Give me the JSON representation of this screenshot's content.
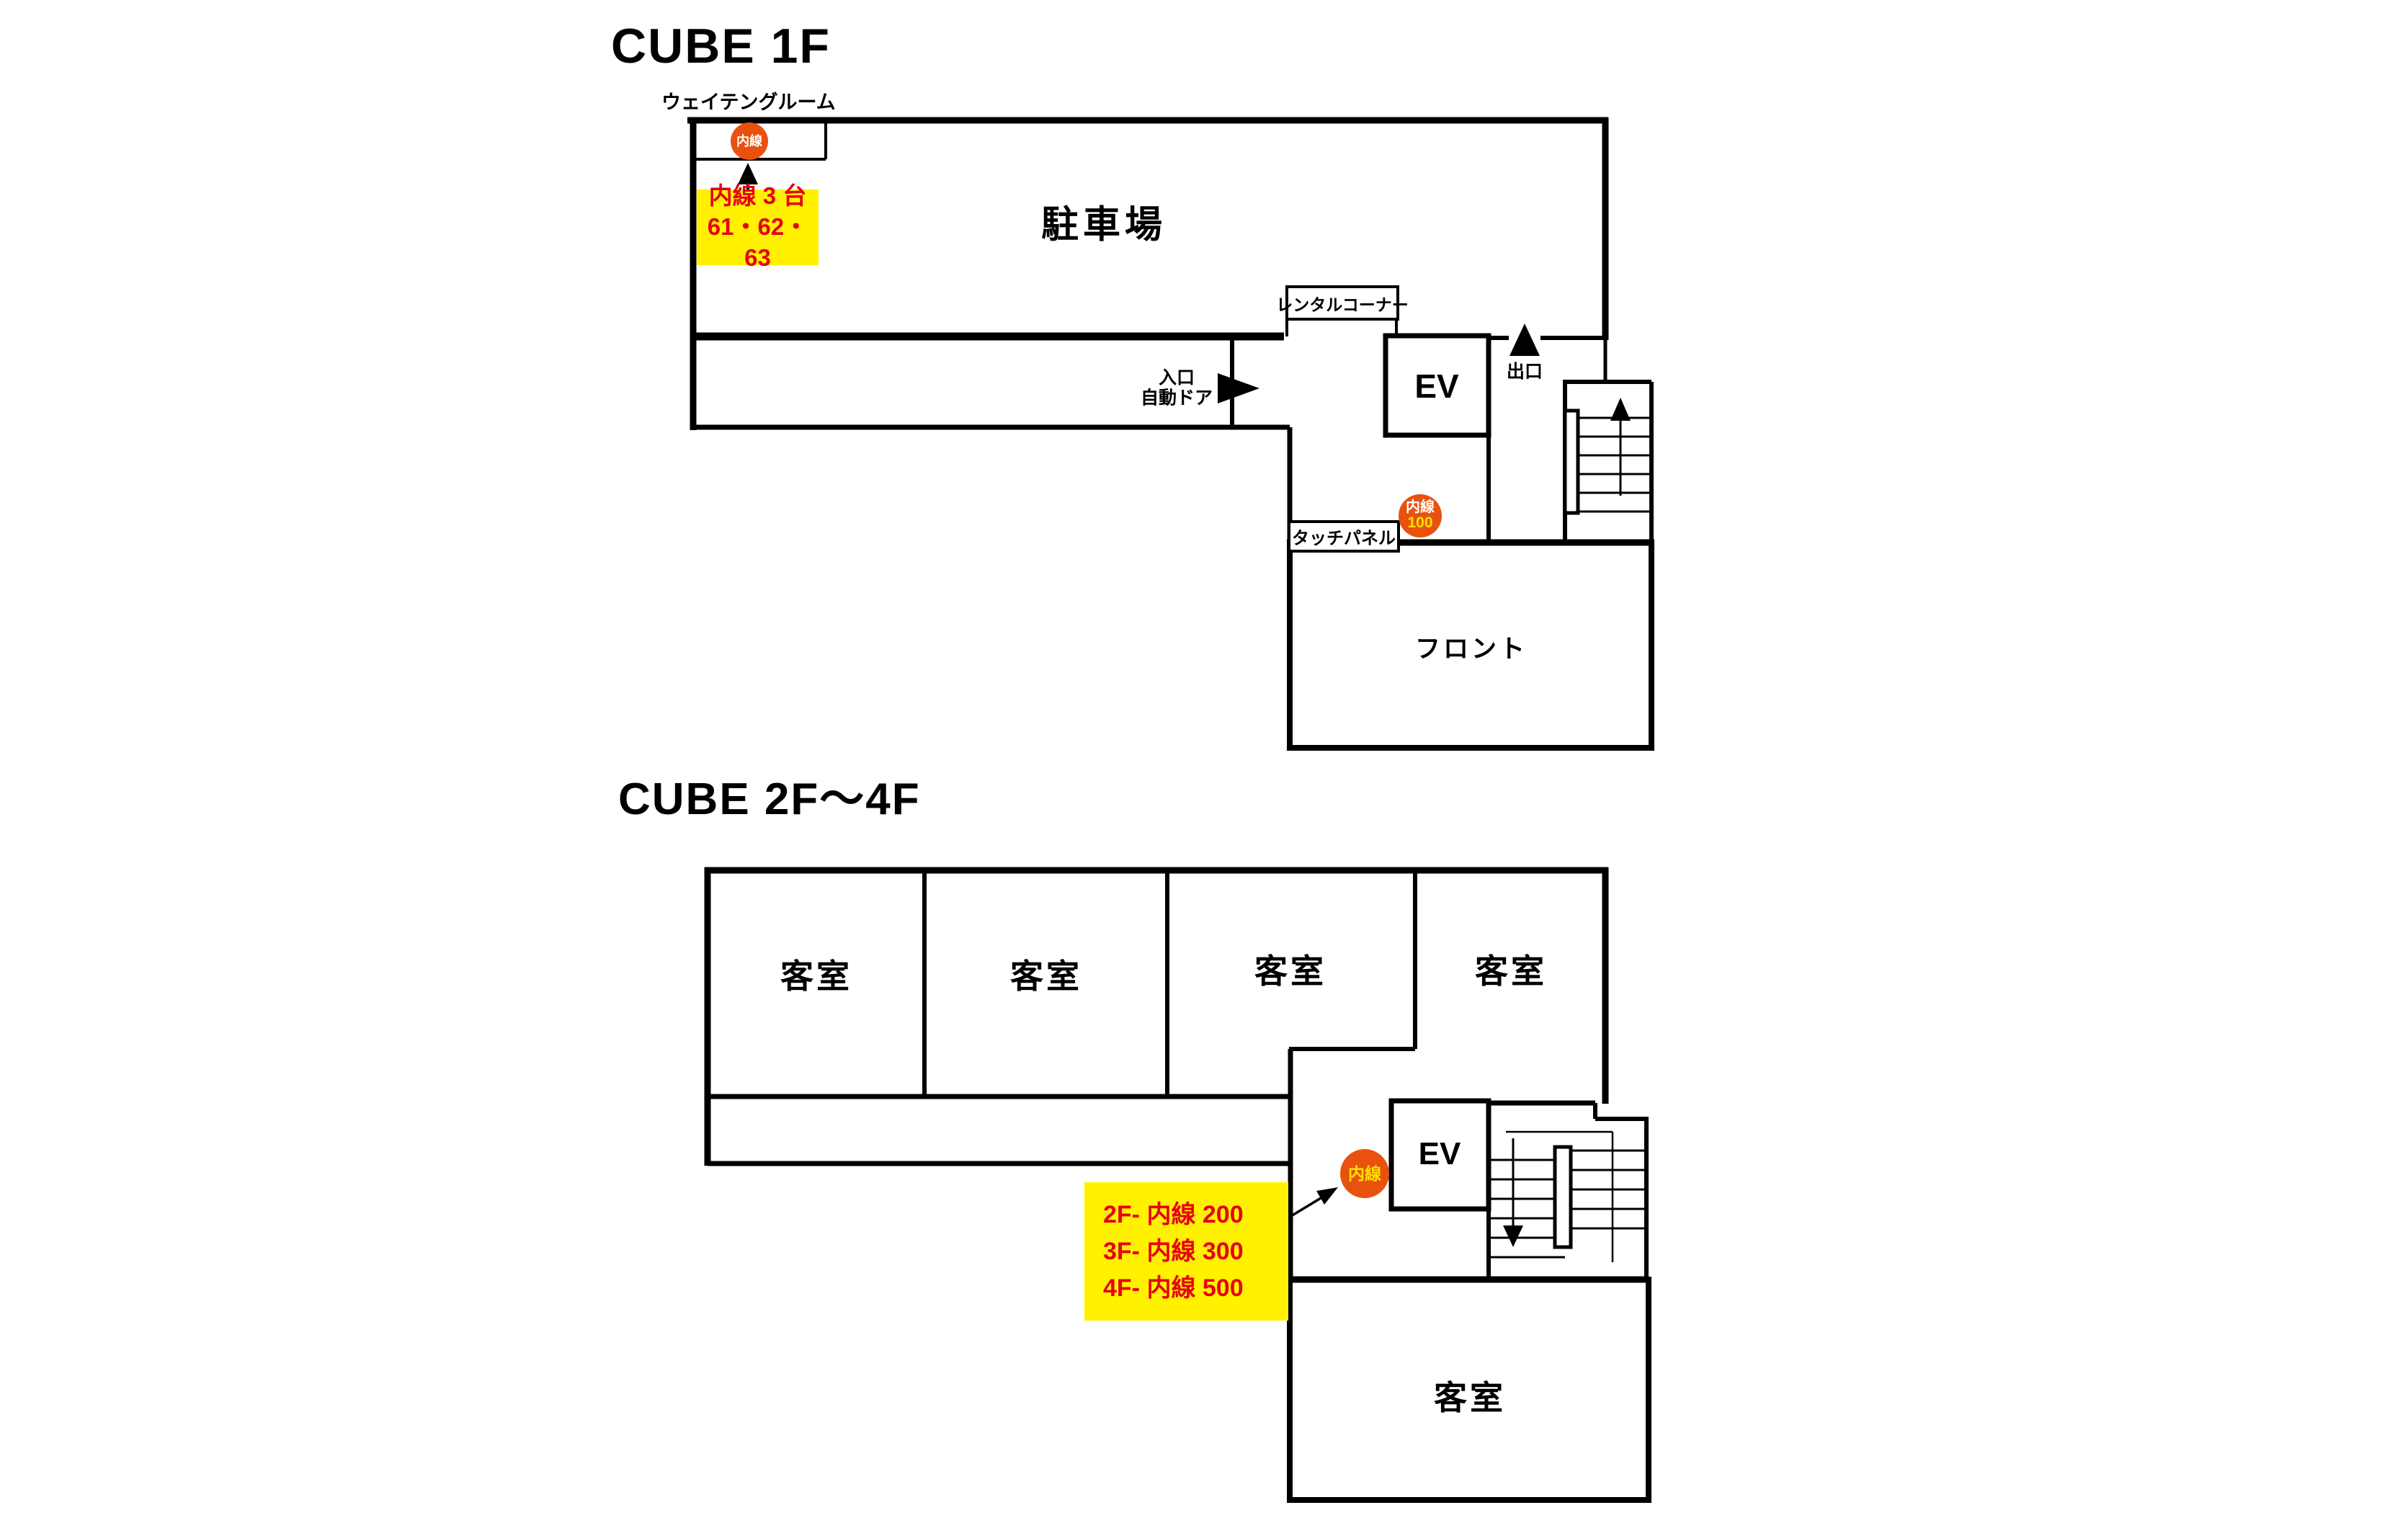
{
  "floor1": {
    "title": "CUBE 1F",
    "waiting_room_label": "ウェイテングルーム",
    "waiting_room_extension_badge": "内線",
    "extension_note_line1": "内線 3 台",
    "extension_note_line2": "61・62・63",
    "parking_label": "駐車場",
    "rental_corner_label": "レンタルコーナー",
    "entrance_line1": "入口",
    "entrance_line2": "自動ドア",
    "ev_label": "EV",
    "exit_label": "出口",
    "touch_panel_label": "タッチパネル",
    "lobby_extension_badge_line1": "内線",
    "lobby_extension_badge_line2": "100",
    "front_desk_label": "フロント"
  },
  "floors2to4": {
    "title": "CUBE 2F～4F",
    "guest_room_labels": [
      "客室",
      "客室",
      "客室",
      "客室"
    ],
    "ev_label": "EV",
    "extension_badge": "内線",
    "extension_note_lines": [
      "2F- 内線 200",
      "3F- 内線 300",
      "4F- 内線 500"
    ],
    "bottom_guest_room_label": "客室"
  },
  "colors": {
    "wall_black": "#000000",
    "badge_orange": "#E8520E",
    "highlight_yellow": "#FFF100",
    "note_red": "#E60012",
    "badge_number_yellow": "#FFE100",
    "badge_text_white": "#FFFFFF"
  }
}
